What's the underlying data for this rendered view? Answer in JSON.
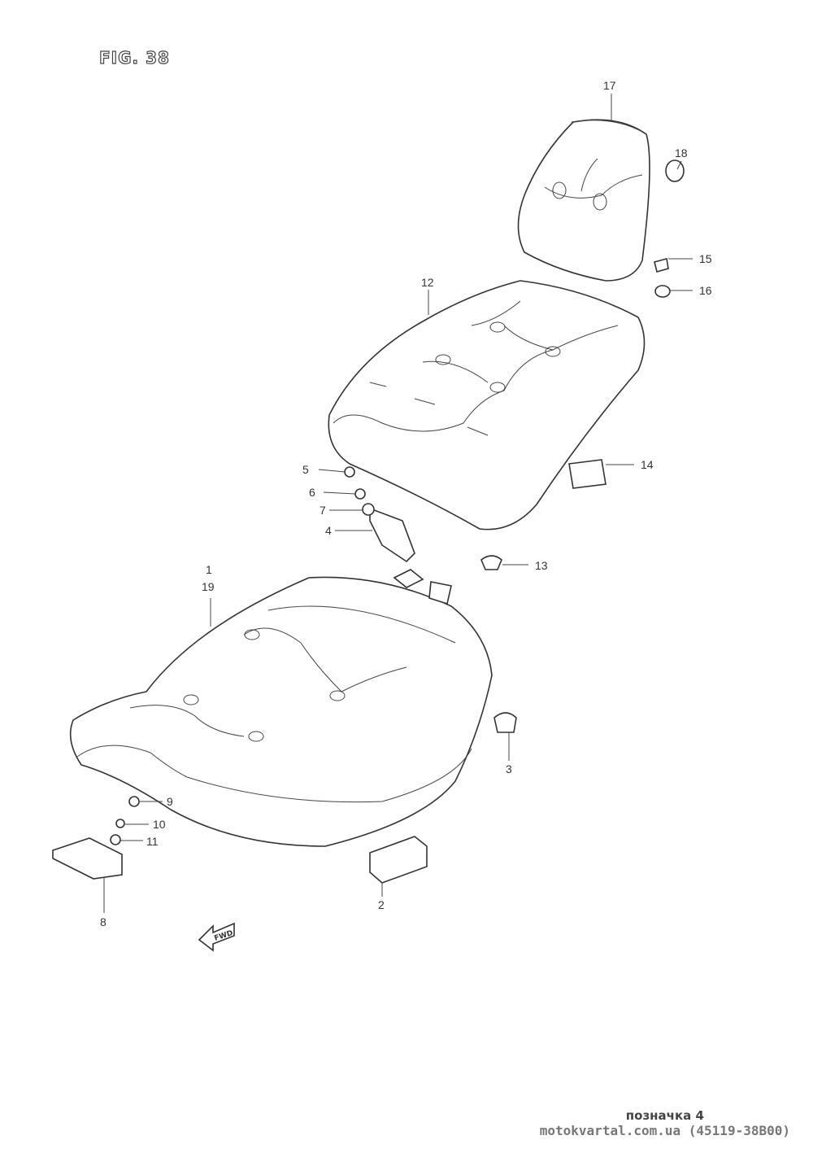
{
  "figure_title": "FIG. 38",
  "part_labels": {
    "p1": "1",
    "p19": "19",
    "p2": "2",
    "p3": "3",
    "p4": "4",
    "p5": "5",
    "p6": "6",
    "p7": "7",
    "p8": "8",
    "p9": "9",
    "p10": "10",
    "p11": "11",
    "p12": "12",
    "p13": "13",
    "p14": "14",
    "p15": "15",
    "p16": "16",
    "p17": "17",
    "p18": "18"
  },
  "fwd_label": "FWD",
  "footer": {
    "note": "позначка 4",
    "source": "motokvartal.com.ua (45119-38B00)"
  }
}
